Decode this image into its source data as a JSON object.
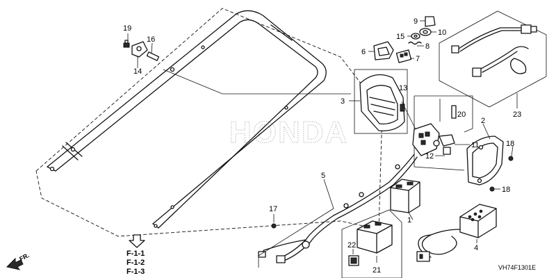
{
  "diagram": {
    "watermark": "HONDA",
    "diagram_code": "VH74F1301E",
    "direction_label": "FR.",
    "references": [
      "F-1-1",
      "F-1-2",
      "F-1-3"
    ],
    "callouts": [
      "1",
      "2",
      "3",
      "4",
      "5",
      "6",
      "7",
      "8",
      "9",
      "10",
      "11",
      "12",
      "13",
      "14",
      "15",
      "16",
      "17",
      "18",
      "18",
      "19",
      "20",
      "21",
      "22",
      "23"
    ]
  }
}
